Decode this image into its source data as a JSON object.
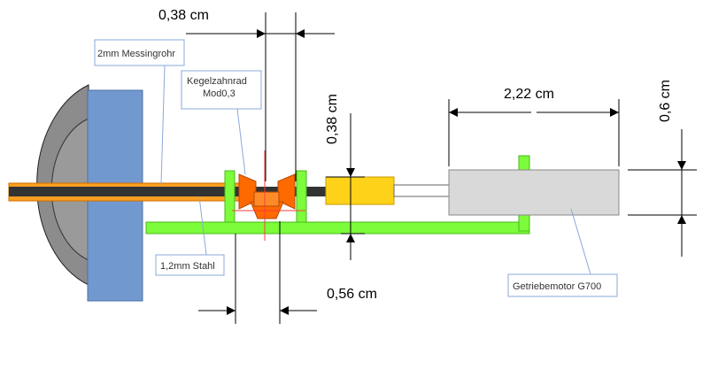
{
  "dimensions": {
    "gap_top": "0,38 cm",
    "height_left": "0,38 cm",
    "length_motor": "2,22 cm",
    "height_motor": "0,6 cm",
    "gap_bottom": "0,56 cm"
  },
  "labels": {
    "brass_tube": "2mm Messingrohr",
    "bevel_gear_line1": "Kegelzahnrad",
    "bevel_gear_line2": "Mod0,3",
    "steel": "1,2mm Stahl",
    "motor": "Getriebemotor G700"
  },
  "colors": {
    "dome": "#8c8c8c",
    "plate": "#7299cf",
    "brass": "#ff9e1f",
    "shaft": "#333333",
    "frame": "#7cfc3a",
    "gear": "#ff6a00",
    "coupling": "#ffd21a",
    "motor": "#d9d9d9",
    "callout_border": "#8aa8d8",
    "center_mark": "#ff3b3b"
  }
}
